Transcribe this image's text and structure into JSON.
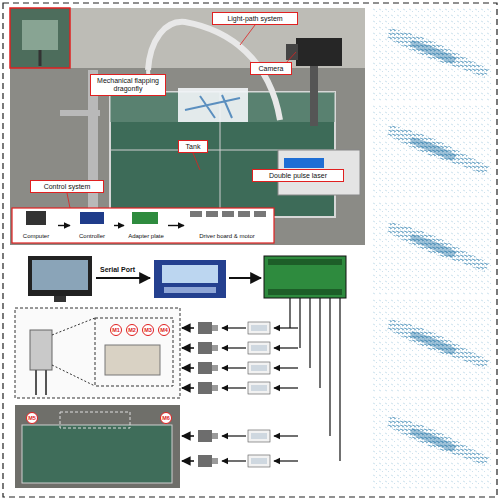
{
  "diagram": {
    "nodes": [
      {
        "text": [
          "Light-path system"
        ]
      },
      {
        "text": [
          "Mechanical flapping dragonfly"
        ]
      },
      {
        "text": [
          "Camera"
        ]
      },
      {
        "text": [
          "Tank"
        ]
      },
      {
        "text": [
          "Control system"
        ]
      },
      {
        "text": [
          "Double pulse laser"
        ]
      },
      {
        "text": [
          "Computer"
        ]
      },
      {
        "text": [
          "Controller"
        ]
      },
      {
        "text": [
          "Adapter plate"
        ]
      },
      {
        "text": [
          "Driver board & motor"
        ]
      },
      {
        "text": [
          "M1"
        ]
      },
      {
        "text": [
          "M2"
        ]
      },
      {
        "text": [
          "M3"
        ]
      },
      {
        "text": [
          "M4"
        ]
      },
      {
        "text": [
          "M5"
        ]
      },
      {
        "text": [
          "M6"
        ]
      }
    ],
    "edges": [
      {
        "from": 6,
        "to": 7,
        "arrow": "to"
      },
      {
        "from": 7,
        "to": 8,
        "arrow": "to"
      },
      {
        "from": 8,
        "to": 9,
        "arrow": "to"
      }
    ],
    "labels": [
      "Serial Port"
    ]
  }
}
